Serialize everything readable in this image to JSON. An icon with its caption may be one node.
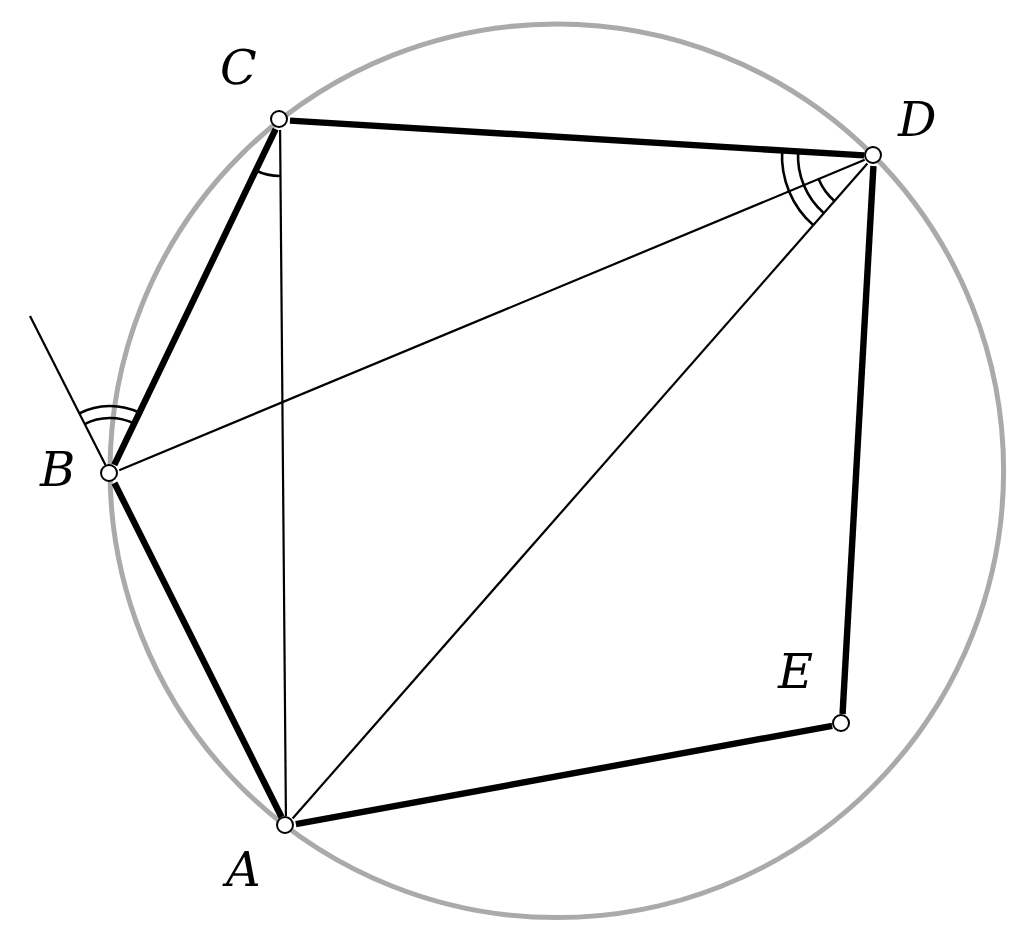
{
  "diagram": {
    "nodes": [
      {
        "text": [],
        "shape": "circle",
        "beside": [
          "C"
        ]
      },
      {
        "text": [],
        "shape": "circle",
        "beside": [
          "D"
        ]
      },
      {
        "text": [],
        "shape": "circle",
        "beside": [
          "B"
        ]
      },
      {
        "text": [],
        "shape": "circle",
        "beside": [
          "E"
        ]
      },
      {
        "text": [],
        "shape": "circle",
        "beside": [
          "A"
        ]
      }
    ],
    "edges": [
      {
        "from": 2,
        "to": 0,
        "arrow": "none"
      },
      {
        "from": 0,
        "to": 1,
        "arrow": "none"
      },
      {
        "from": 1,
        "to": 3,
        "arrow": "none"
      },
      {
        "from": 3,
        "to": 4,
        "arrow": "none"
      },
      {
        "from": 4,
        "to": 2,
        "arrow": "none"
      },
      {
        "from": 0,
        "to": 4,
        "arrow": "none"
      },
      {
        "from": 2,
        "to": 1,
        "arrow": "none"
      },
      {
        "from": 4,
        "to": 1,
        "arrow": "none"
      },
      {
        "from": 2,
        "to": null,
        "arrow": "none"
      }
    ]
  }
}
